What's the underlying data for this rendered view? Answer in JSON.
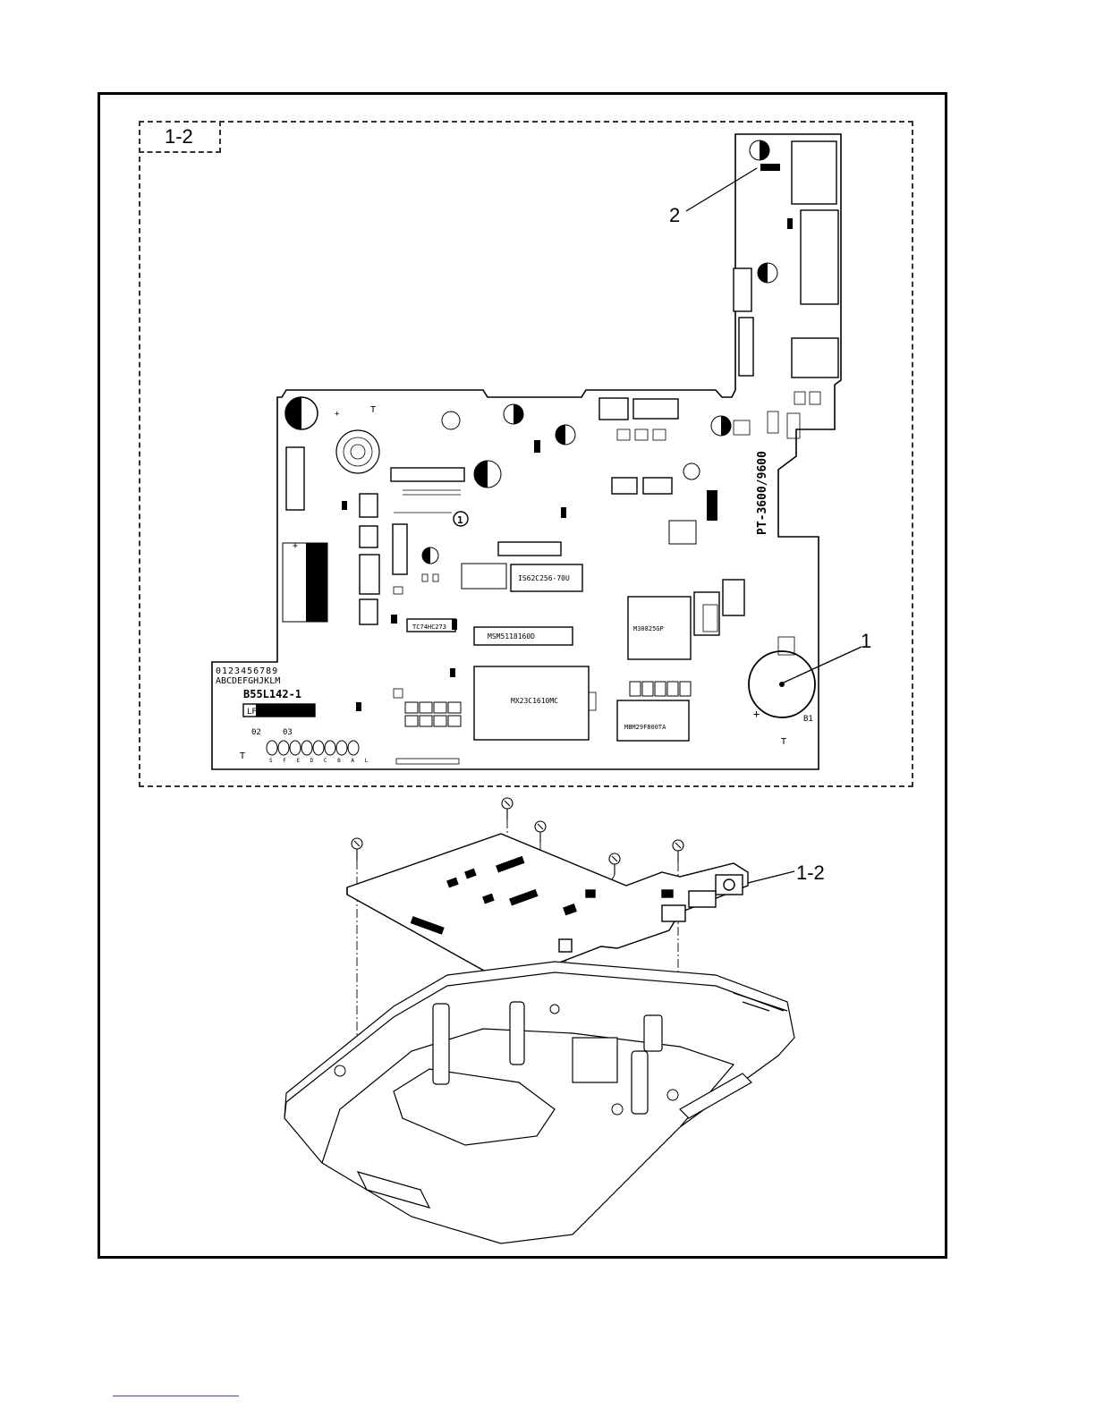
{
  "section_tag": "1-2",
  "callouts": {
    "c1": "1",
    "c2": "2",
    "c12": "1-2"
  },
  "board": {
    "model": "PT-3600/9600",
    "part_number": "B55L142-1",
    "chip_msm": "MSM5118160D",
    "chip_mx": "MX23C1610MC",
    "chip_sram": "IS62C256-70U",
    "chip_cpu": "M30825GP",
    "chip_flash": "MBM29F800TA",
    "chip_tc": "TC74HC273",
    "battery_label": "B1",
    "version_digits": "0123456789",
    "version_letters": "ABCDEFGHJKLM",
    "lf": "LF",
    "code_02": "02",
    "code_03": "03",
    "pad_letters": "S F E D C B A L"
  },
  "colors": {
    "frame": "#000000",
    "link": "#3b47c9"
  }
}
